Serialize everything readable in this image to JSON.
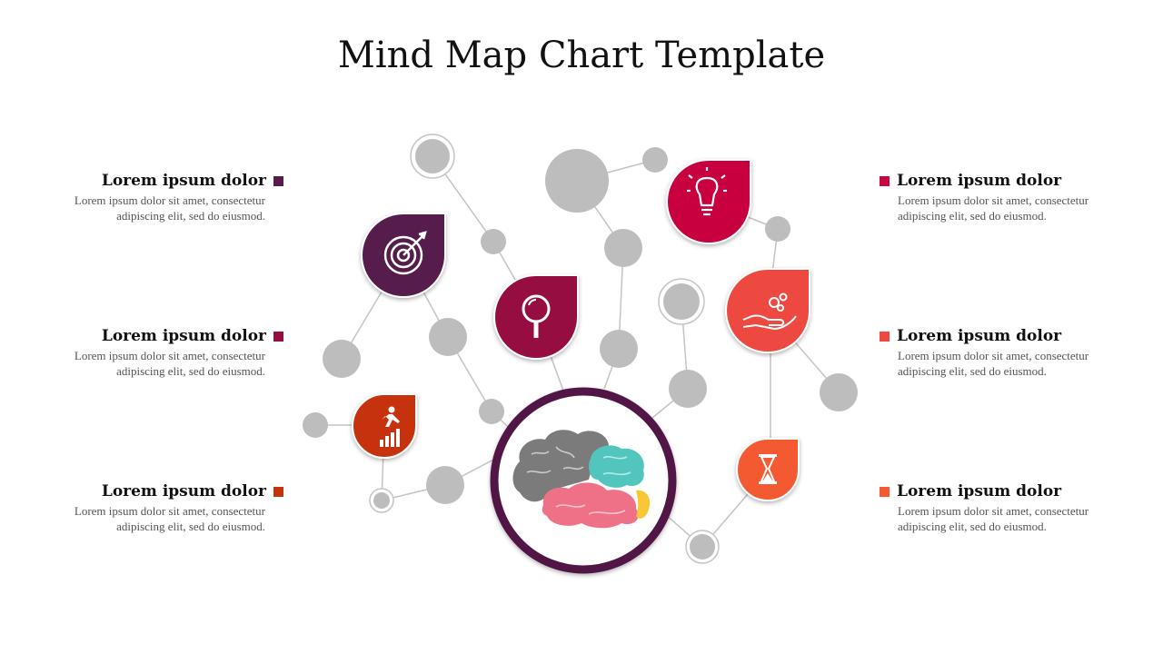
{
  "title": "Mind Map Chart Template",
  "colors": {
    "node": "#bdbdbd",
    "line": "#c4c4c4",
    "purple": "#561c4b",
    "maroon": "#960d42",
    "crimson": "#c8063f",
    "red": "#ee4840",
    "orange": "#f45a31",
    "rust": "#c5320b",
    "center_ring": "#511745"
  },
  "items": [
    {
      "heading": "Lorem ipsum dolor",
      "text": [
        "Lorem ipsum dolor sit amet, consectetur",
        "adipiscing elit, sed do eiusmod."
      ],
      "color": "#561c4b"
    },
    {
      "heading": "Lorem ipsum dolor",
      "text": [
        "Lorem ipsum dolor sit amet, consectetur",
        "adipiscing elit, sed do eiusmod."
      ],
      "color": "#960d42"
    },
    {
      "heading": "Lorem ipsum dolor",
      "text": [
        "Lorem ipsum dolor sit amet, consectetur",
        "adipiscing elit, sed do eiusmod."
      ],
      "color": "#c5320b"
    },
    {
      "heading": "Lorem ipsum dolor",
      "text": [
        "Lorem ipsum dolor sit amet, consectetur",
        "adipiscing elit, sed do eiusmod."
      ],
      "color": "#c8063f"
    },
    {
      "heading": "Lorem ipsum dolor",
      "text": [
        "Lorem ipsum dolor sit amet, consectetur",
        "adipiscing elit, sed do eiusmod."
      ],
      "color": "#ee4840"
    },
    {
      "heading": "Lorem ipsum dolor",
      "text": [
        "Lorem ipsum dolor sit amet, consectetur",
        "adipiscing elit, sed do eiusmod."
      ],
      "color": "#f45a31"
    }
  ],
  "icons": [
    "target-icon",
    "magnifier-icon",
    "runner-chart-icon",
    "lightbulb-icon",
    "hand-gears-icon",
    "hourglass-icon",
    "brain-icon"
  ]
}
